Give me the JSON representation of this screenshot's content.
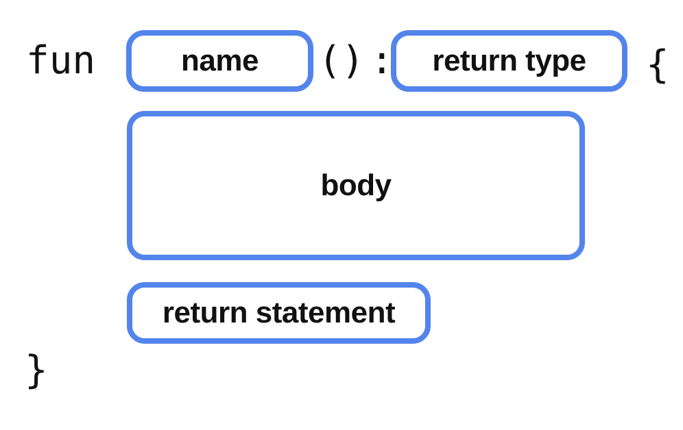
{
  "diagram": {
    "description": "Kotlin function declaration syntax anatomy",
    "keyword": "fun",
    "parentheses": "()",
    "colon": ":",
    "open_brace": "{",
    "close_brace": "}",
    "slots": {
      "name": "name",
      "return_type": "return type",
      "body": "body",
      "return_statement": "return statement"
    },
    "colors": {
      "slot_border": "#5384EC",
      "text": "#111111",
      "background": "#FFFFFF"
    }
  }
}
